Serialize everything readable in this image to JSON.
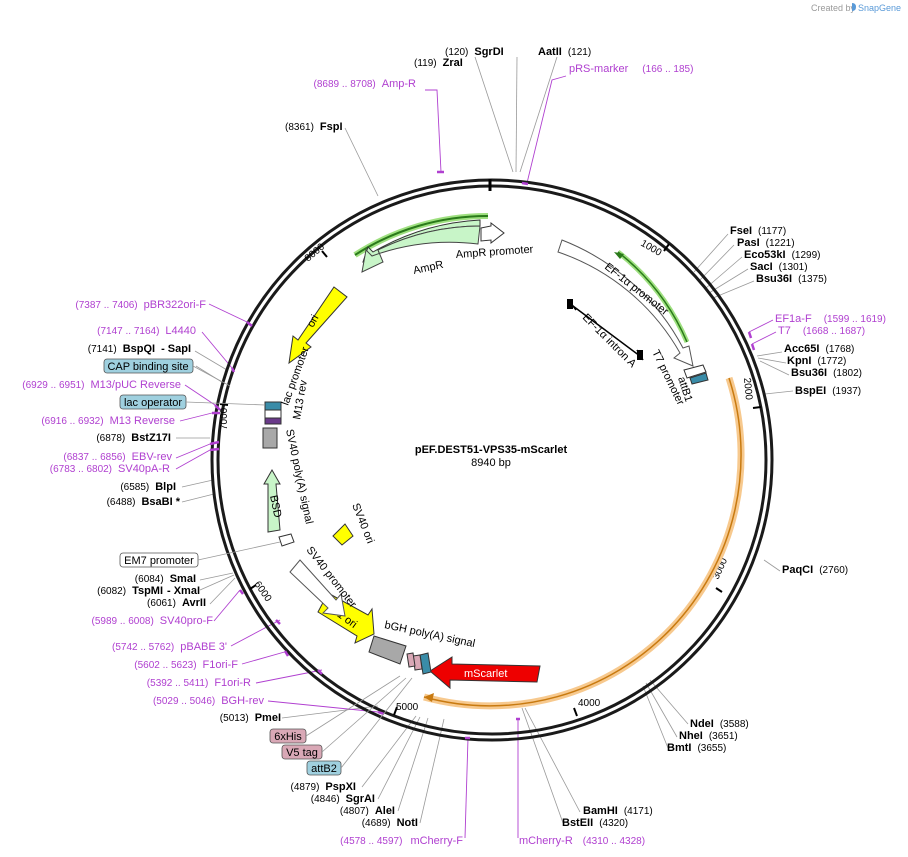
{
  "credit": {
    "prefix": "Created by",
    "brand": "SnapGene"
  },
  "plasmid": {
    "name": "pEF.DEST51-VPS35-mScarlet",
    "size": "8940 bp"
  },
  "ticks": [
    "1000",
    "2000",
    "3000",
    "4000",
    "5000",
    "6000",
    "7000",
    "8000"
  ],
  "enzymes": [
    {
      "name": "SgrDI",
      "pos": "(120)"
    },
    {
      "name": "ZraI",
      "pos": "(119)"
    },
    {
      "name": "AatII",
      "pos": "(121)"
    },
    {
      "name": "FspI",
      "pos": "(8361)"
    },
    {
      "name": "FseI",
      "pos": "(1177)"
    },
    {
      "name": "PasI",
      "pos": "(1221)"
    },
    {
      "name": "Eco53kI",
      "pos": "(1299)"
    },
    {
      "name": "SacI",
      "pos": "(1301)"
    },
    {
      "name": "Bsu36I",
      "pos": "(1375)"
    },
    {
      "name": "Acc65I",
      "pos": "(1768)"
    },
    {
      "name": "KpnI",
      "pos": "(1772)"
    },
    {
      "name": "Bsu36I",
      "pos": "(1802)"
    },
    {
      "name": "BspEI",
      "pos": "(1937)"
    },
    {
      "name": "PaqCI",
      "pos": "(2760)"
    },
    {
      "name": "NdeI",
      "pos": "(3588)"
    },
    {
      "name": "NheI",
      "pos": "(3651)"
    },
    {
      "name": "BmtI",
      "pos": "(3655)"
    },
    {
      "name": "BamHI",
      "pos": "(4171)"
    },
    {
      "name": "BstEII",
      "pos": "(4320)"
    },
    {
      "name": "NotI",
      "pos": "(4689)"
    },
    {
      "name": "AleI",
      "pos": "(4807)"
    },
    {
      "name": "SgrAI",
      "pos": "(4846)"
    },
    {
      "name": "PspXI",
      "pos": "(4879)"
    },
    {
      "name": "PmeI",
      "pos": "(5013)"
    },
    {
      "name": "AvrII",
      "pos": "(6061)"
    },
    {
      "name": "XmaI",
      "pos": ""
    },
    {
      "name": "TspMI",
      "pos": "(6082)"
    },
    {
      "name": "SmaI",
      "pos": "(6084)"
    },
    {
      "name": "BsaBI *",
      "pos": "(6488)"
    },
    {
      "name": "BlpI",
      "pos": "(6585)"
    },
    {
      "name": "BstZ17I",
      "pos": "(6878)"
    },
    {
      "name": "SapI",
      "pos": ""
    },
    {
      "name": "BspQI",
      "pos": "(7141)"
    }
  ],
  "primers": [
    {
      "name": "Amp-R",
      "pos": "(8689 .. 8708)"
    },
    {
      "name": "pRS-marker",
      "pos": "(166 .. 185)"
    },
    {
      "name": "EF1a-F",
      "pos": "(1599 .. 1619)"
    },
    {
      "name": "T7",
      "pos": "(1668 .. 1687)"
    },
    {
      "name": "pBR322ori-F",
      "pos": "(7387 .. 7406)"
    },
    {
      "name": "L4440",
      "pos": "(7147 .. 7164)"
    },
    {
      "name": "M13/pUC Reverse",
      "pos": "(6929 .. 6951)"
    },
    {
      "name": "M13 Reverse",
      "pos": "(6916 .. 6932)"
    },
    {
      "name": "EBV-rev",
      "pos": "(6837 .. 6856)"
    },
    {
      "name": "SV40pA-R",
      "pos": "(6783 .. 6802)"
    },
    {
      "name": "SV40pro-F",
      "pos": "(5989 .. 6008)"
    },
    {
      "name": "pBABE 3'",
      "pos": "(5742 .. 5762)"
    },
    {
      "name": "F1ori-F",
      "pos": "(5602 .. 5623)"
    },
    {
      "name": "F1ori-R",
      "pos": "(5392 .. 5411)"
    },
    {
      "name": "BGH-rev",
      "pos": "(5029 .. 5046)"
    },
    {
      "name": "mCherry-F",
      "pos": "(4578 .. 4597)"
    },
    {
      "name": "mCherry-R",
      "pos": "(4310 .. 4328)"
    }
  ],
  "boxed_labels": [
    {
      "text": "CAP binding site"
    },
    {
      "text": "lac operator"
    },
    {
      "text": "EM7 promoter"
    },
    {
      "text": "6xHis"
    },
    {
      "text": "V5 tag"
    },
    {
      "text": "attB2"
    }
  ],
  "features": {
    "ampr_promoter": "AmpR promoter",
    "ampr": "AmpR",
    "ori": "ori",
    "ef1a_promoter": "EF-1α promoter",
    "ef1a_intron": "EF-1α intron A",
    "t7_promoter": "T7 promoter",
    "attb1": "attB1",
    "lac_promoter": "lac promoter",
    "m13_rev": "M13 rev",
    "sv40_polya": "SV40 poly(A) signal",
    "bsd": "BSD",
    "sv40_ori": "SV40 ori",
    "sv40_promoter": "SV40 promoter",
    "f1_ori": "f1 ori",
    "bgh_polya": "bGH poly(A) signal",
    "mscarlet": "mScarlet"
  },
  "colors": {
    "backbone": "#1a1a1a",
    "primer": "#b040d0",
    "ampr": "#c8f5c8",
    "ori": "#ffff00",
    "mscarlet": "#ee0000",
    "orf_highlight": "#f7c98e",
    "green_highlight": "#9fe080",
    "cap_box": "#9fd0df",
    "tag_box": "#d9a8b6",
    "grey_feature": "#a8a8a8"
  }
}
